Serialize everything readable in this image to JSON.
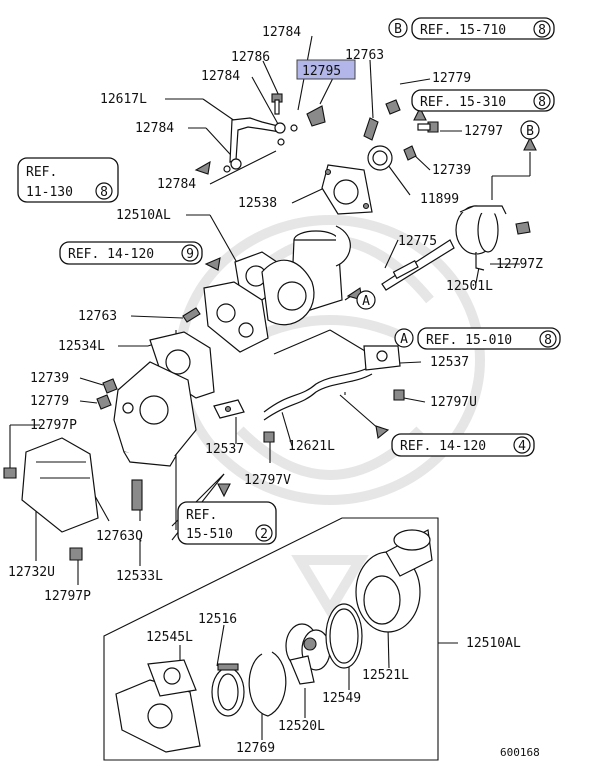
{
  "diagram_id": "600168",
  "highlight": {
    "label": "12795",
    "color": "#b3b6e8"
  },
  "labels": [
    {
      "id": "l12784a",
      "text": "12784"
    },
    {
      "id": "l12786",
      "text": "12786"
    },
    {
      "id": "l12763a",
      "text": "12763"
    },
    {
      "id": "l12784b",
      "text": "12784"
    },
    {
      "id": "l12779a",
      "text": "12779"
    },
    {
      "id": "l12617l",
      "text": "12617L"
    },
    {
      "id": "l12784c",
      "text": "12784"
    },
    {
      "id": "l12797",
      "text": "12797"
    },
    {
      "id": "l12739a",
      "text": "12739"
    },
    {
      "id": "l12784d",
      "text": "12784"
    },
    {
      "id": "l12538",
      "text": "12538"
    },
    {
      "id": "l11899",
      "text": "11899"
    },
    {
      "id": "l12510al",
      "text": "12510AL"
    },
    {
      "id": "l12775",
      "text": "12775"
    },
    {
      "id": "l12797z",
      "text": "12797Z"
    },
    {
      "id": "l12501l",
      "text": "12501L"
    },
    {
      "id": "l12763b",
      "text": "12763"
    },
    {
      "id": "l12534l",
      "text": "12534L"
    },
    {
      "id": "l12537a",
      "text": "12537"
    },
    {
      "id": "l12739b",
      "text": "12739"
    },
    {
      "id": "l12779b",
      "text": "12779"
    },
    {
      "id": "l12797u",
      "text": "12797U"
    },
    {
      "id": "l12797p",
      "text": "12797P"
    },
    {
      "id": "l12537b",
      "text": "12537"
    },
    {
      "id": "l12621l",
      "text": "12621L"
    },
    {
      "id": "l12797v",
      "text": "12797V"
    },
    {
      "id": "l12763q",
      "text": "12763Q"
    },
    {
      "id": "l12732u",
      "text": "12732U"
    },
    {
      "id": "l12533l",
      "text": "12533L"
    },
    {
      "id": "l12797p2",
      "text": "12797P"
    },
    {
      "id": "l12510al2",
      "text": "12510AL"
    },
    {
      "id": "l12516",
      "text": "12516"
    },
    {
      "id": "l12545l",
      "text": "12545L"
    },
    {
      "id": "l12521l",
      "text": "12521L"
    },
    {
      "id": "l12549",
      "text": "12549"
    },
    {
      "id": "l12520l",
      "text": "12520L"
    },
    {
      "id": "l12769",
      "text": "12769"
    }
  ],
  "refs": [
    {
      "id": "r15710",
      "text": "REF. 15-710",
      "code": "8",
      "marker": "B"
    },
    {
      "id": "r15310",
      "text": "REF. 15-310",
      "code": "8"
    },
    {
      "id": "r11130a",
      "text": "REF.",
      "code": ""
    },
    {
      "id": "r11130b",
      "text": "11-130",
      "code": "8"
    },
    {
      "id": "r14120a",
      "text": "REF. 14-120",
      "code": "9"
    },
    {
      "id": "r15010",
      "text": "REF. 15-010",
      "code": "8",
      "marker": "A"
    },
    {
      "id": "r14120b",
      "text": "REF. 14-120",
      "code": "4"
    },
    {
      "id": "r15510a",
      "text": "REF.",
      "code": ""
    },
    {
      "id": "r15510b",
      "text": "15-510",
      "code": "2"
    }
  ],
  "markers": {
    "b_top": "B",
    "a_mid": "A"
  }
}
